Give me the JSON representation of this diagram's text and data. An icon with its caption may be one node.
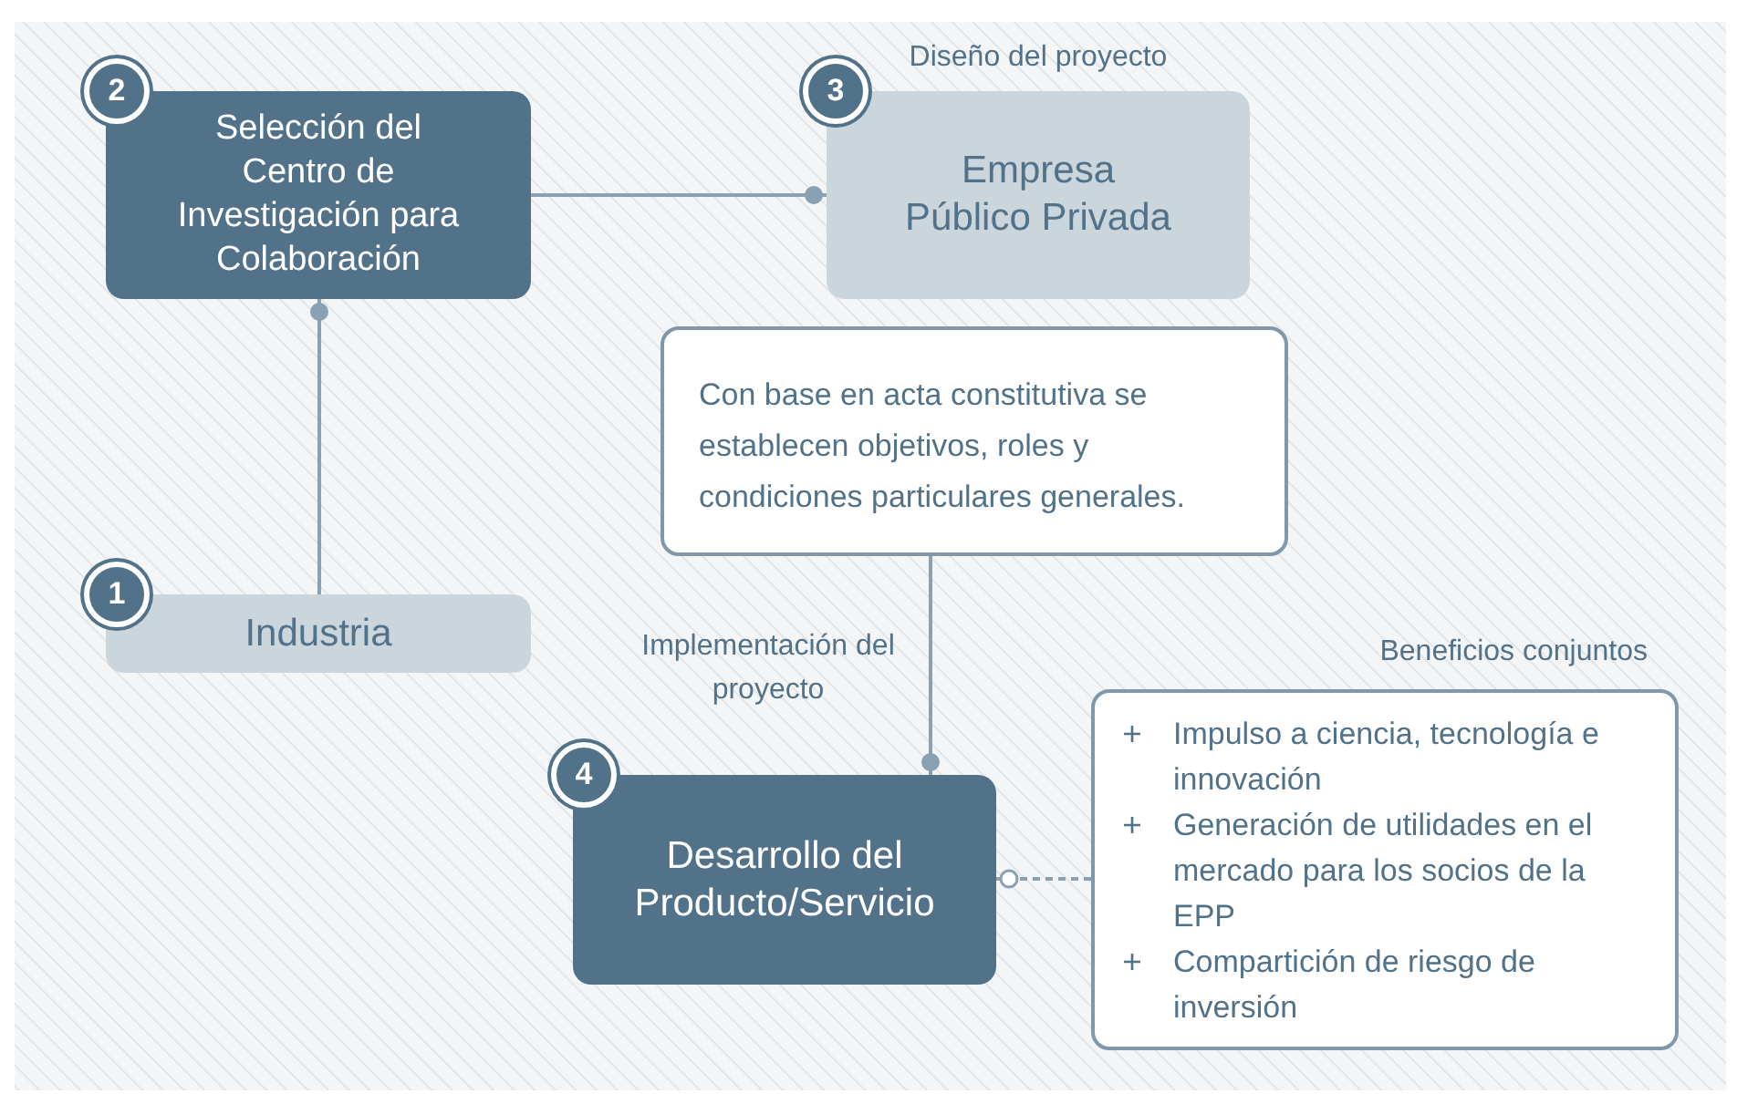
{
  "diagram": {
    "nodes": [
      {
        "text": [
          "2"
        ]
      },
      {
        "text": [
          "Selección del Centro de Investigación para Colaboración"
        ]
      },
      {
        "text": [
          "3"
        ]
      },
      {
        "text": [
          "Diseño del proyecto",
          "Empresa Público Privada"
        ]
      },
      {
        "text": [
          "Con base en acta constitutiva se establecen objetivos, roles y condiciones particulares generales."
        ]
      },
      {
        "text": [
          "1"
        ]
      },
      {
        "text": [
          "Industria"
        ]
      },
      {
        "text": [
          "4"
        ]
      },
      {
        "text": [
          "Desarrollo del Producto/Servicio"
        ]
      },
      {
        "text": [
          "Beneficios conjuntos",
          "Impulso a ciencia, tecnología e innovación",
          "Generación de utilidades en el mercado para los socios de la EPP",
          "Compartición de riesgo de inversión"
        ]
      }
    ],
    "edges": [
      {
        "from": 6,
        "to": 1,
        "arrow": "other"
      },
      {
        "from": 1,
        "to": 3,
        "arrow": "other"
      },
      {
        "from": 4,
        "to": 8,
        "arrow": "other"
      },
      {
        "from": 9,
        "to": 8,
        "arrow": "other",
        "style": "dashed"
      }
    ],
    "labels": [
      "Implementación del proyecto"
    ]
  }
}
